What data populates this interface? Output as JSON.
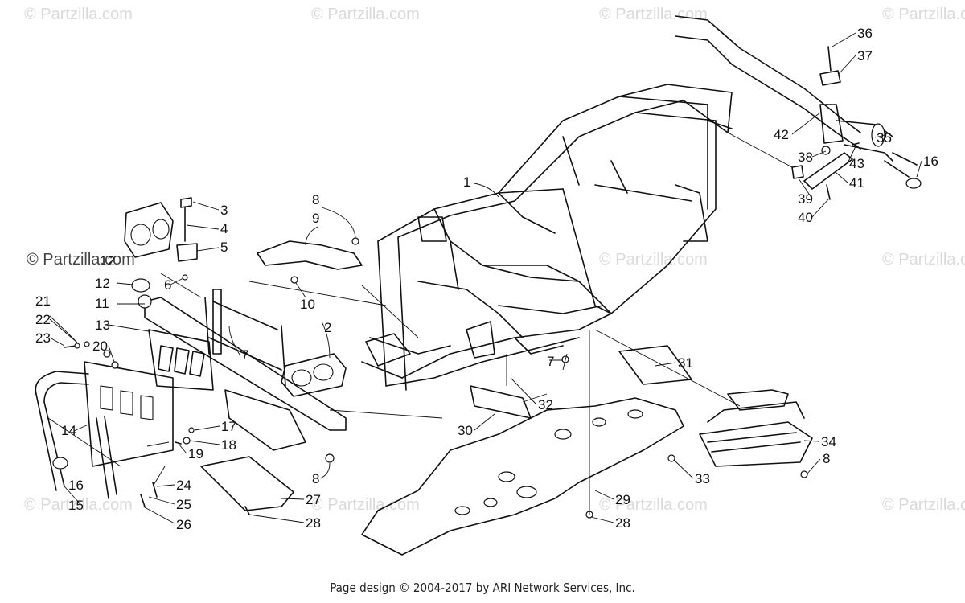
{
  "watermarks": {
    "faint": "© Partzilla.com",
    "dark": "© Partzilla.com"
  },
  "footer": "Page design © 2004-2017 by ARI Network Services, Inc.",
  "callouts": [
    "1",
    "2",
    "3",
    "4",
    "5",
    "6",
    "7",
    "7",
    "8",
    "8",
    "8",
    "9",
    "10",
    "11",
    "12",
    "12",
    "13",
    "14",
    "15",
    "16",
    "16",
    "17",
    "18",
    "19",
    "20",
    "21",
    "22",
    "23",
    "24",
    "25",
    "26",
    "27",
    "28",
    "28",
    "29",
    "30",
    "31",
    "32",
    "33",
    "34",
    "35",
    "36",
    "37",
    "38",
    "39",
    "40",
    "41",
    "42",
    "43"
  ]
}
